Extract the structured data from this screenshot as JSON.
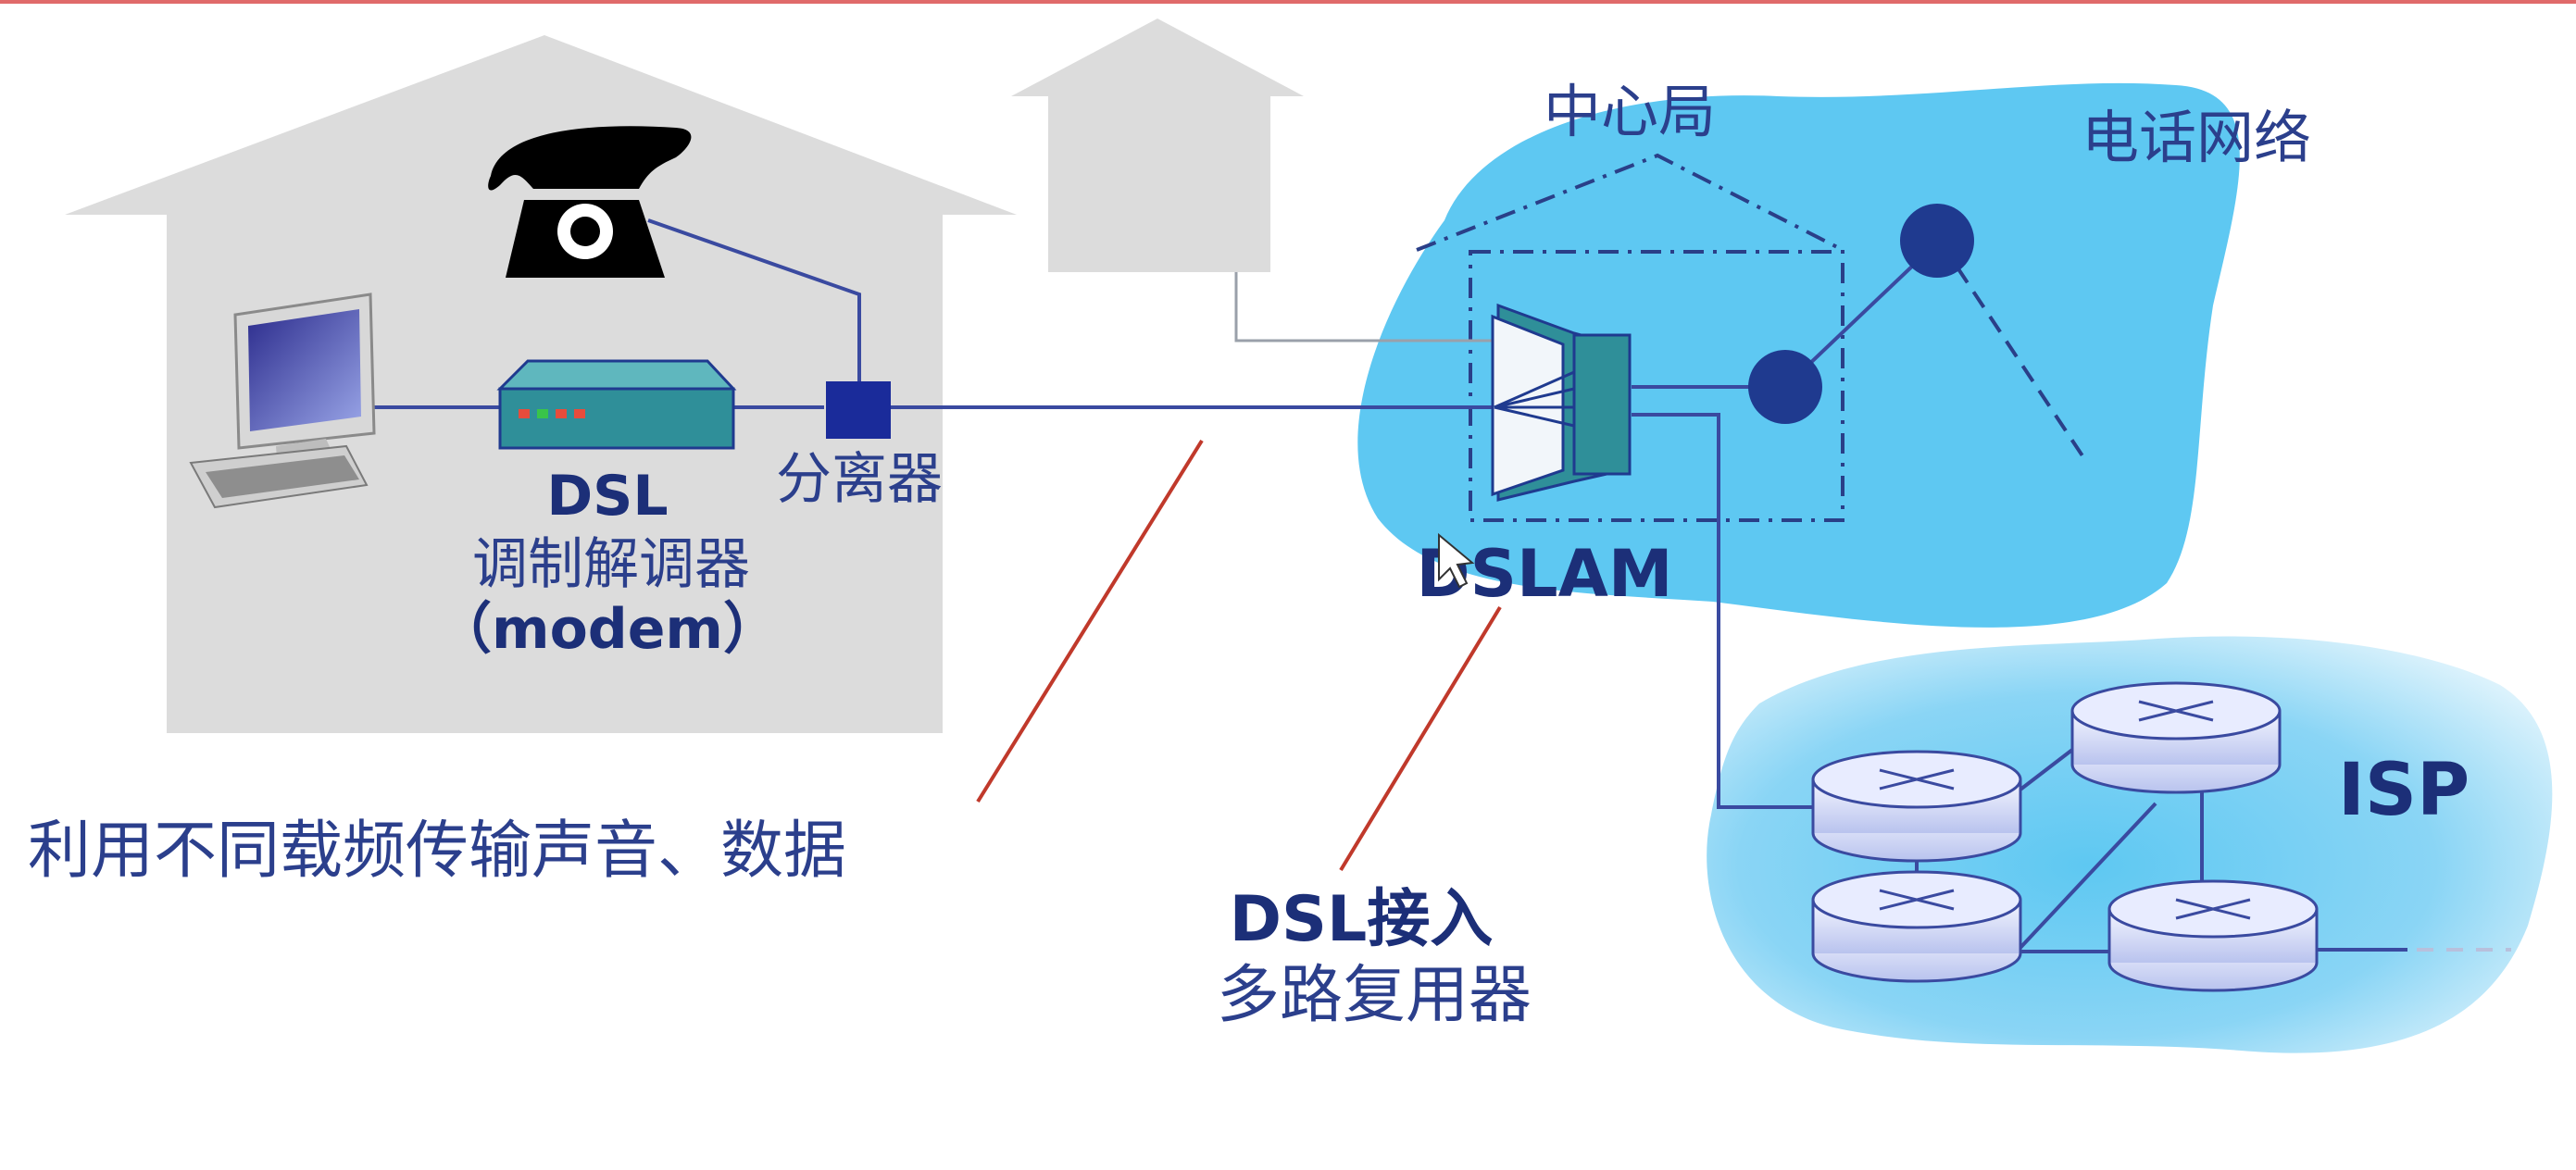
{
  "labels": {
    "central_office": "中心局",
    "phone_network": "电话网络",
    "dsl_modem_line1": "DSL",
    "dsl_modem_line2": "调制解调器",
    "dsl_modem_line3": "（modem）",
    "splitter": "分离器",
    "dslam": "DSLAM",
    "isp": "ISP",
    "callout_freq": "利用不同载频传输声音、数据",
    "callout_dslam_line1": "DSL接入",
    "callout_dslam_line2": "多路复用器"
  },
  "colors": {
    "house": "#dcdcdc",
    "phone_cloud": "#5ec8f2",
    "isp_cloud": "#9ad9f5",
    "link": "#3a4aa0",
    "node": "#1f3a8f",
    "text": "#2b3f8c",
    "callout_line": "#c0392b",
    "top_rule": "#e06a6a"
  },
  "icons": [
    "computer-icon",
    "telephone-icon",
    "dsl-modem-icon",
    "splitter-icon",
    "dslam-icon",
    "router-icon"
  ]
}
